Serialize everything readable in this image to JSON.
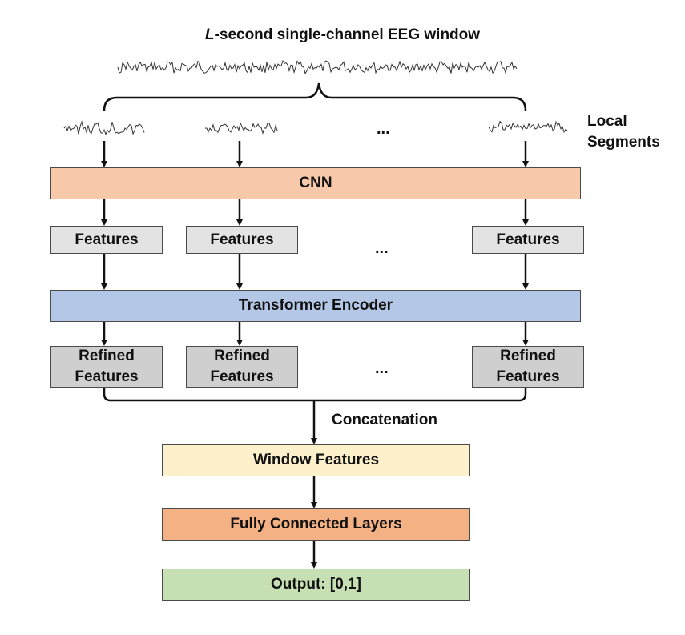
{
  "title": {
    "italic": "L",
    "rest": "-second single-channel EEG window"
  },
  "segments_label": {
    "line1": "Local",
    "line2": "Segments"
  },
  "ellipsis": "...",
  "cnn": "CNN",
  "features": [
    "Features",
    "Features",
    "Features"
  ],
  "transformer": "Transformer Encoder",
  "refined": [
    {
      "line1": "Refined",
      "line2": "Features"
    },
    {
      "line1": "Refined",
      "line2": "Features"
    },
    {
      "line1": "Refined",
      "line2": "Features"
    }
  ],
  "concatenation": "Concatenation",
  "window_features": "Window Features",
  "fully_connected": "Fully Connected Layers",
  "output": "Output: [0,1]",
  "colors": {
    "cnn": "#f7c9aa",
    "transformer": "#b4c7e6",
    "features": "#e3e3e3",
    "refined": "#cfcfcf",
    "window_features": "#fdf1cc",
    "fully_connected": "#f4b183",
    "output": "#c6e0b4"
  }
}
